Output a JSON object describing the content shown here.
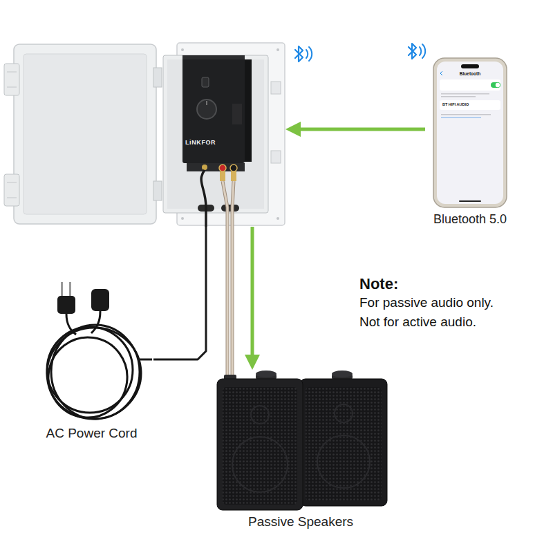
{
  "diagram": {
    "nodes": [
      {
        "text": [
          "LiNKFOR"
        ]
      },
      {
        "text": [
          "Bluetooth",
          "BT HIFI AUDIO",
          "Bluetooth 5.0"
        ]
      },
      {
        "text": [
          "AC Power Cord"
        ]
      },
      {
        "text": [
          "Passive Speakers"
        ]
      }
    ],
    "edges": [
      {
        "from": 1,
        "to": 0,
        "arrow": "to"
      },
      {
        "from": 0,
        "to": 3,
        "arrow": "to"
      },
      {
        "from": 2,
        "to": 0,
        "arrow": "none"
      }
    ],
    "labels": [
      "Note:",
      "For passive audio only.",
      "Not for active audio."
    ]
  }
}
